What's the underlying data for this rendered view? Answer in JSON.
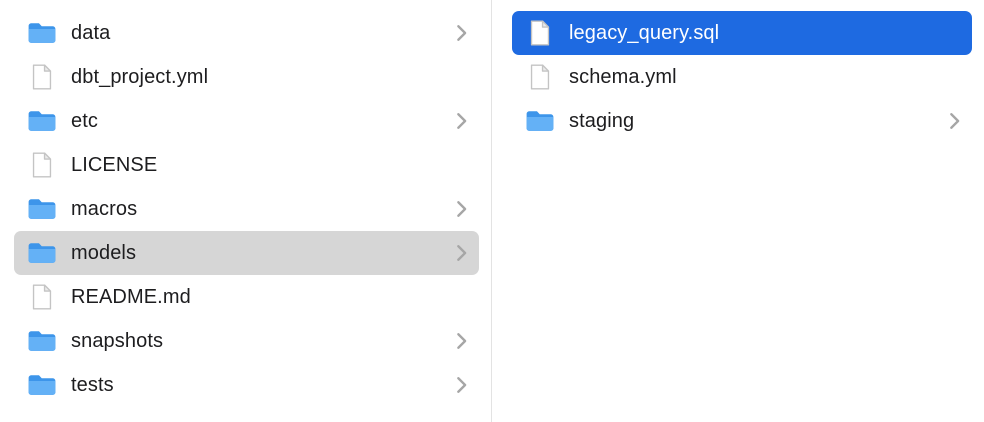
{
  "window": {
    "kind": "finder-column-view"
  },
  "colors": {
    "background": "#ffffff",
    "selection_blue": "#1e6ae1",
    "selection_gray": "#d6d6d6",
    "folder_blue_front": "#64b1f6",
    "folder_blue_back": "#3d95ea",
    "document_fill": "#ffffff",
    "document_fold": "#ececec",
    "document_stroke": "#c4c4c4",
    "text": "#1d1d1f",
    "selected_text": "#ffffff",
    "divider": "#e3e3e3",
    "chevron": "#a6a6a6"
  },
  "left_column": {
    "items": [
      {
        "label": "data",
        "type": "folder",
        "chevron": true,
        "selected": false
      },
      {
        "label": "dbt_project.yml",
        "type": "file",
        "chevron": false,
        "selected": false
      },
      {
        "label": "etc",
        "type": "folder",
        "chevron": true,
        "selected": false
      },
      {
        "label": "LICENSE",
        "type": "file",
        "chevron": false,
        "selected": false
      },
      {
        "label": "macros",
        "type": "folder",
        "chevron": true,
        "selected": false
      },
      {
        "label": "models",
        "type": "folder",
        "chevron": true,
        "selected": true,
        "selection_style": "gray"
      },
      {
        "label": "README.md",
        "type": "file",
        "chevron": false,
        "selected": false
      },
      {
        "label": "snapshots",
        "type": "folder",
        "chevron": true,
        "selected": false
      },
      {
        "label": "tests",
        "type": "folder",
        "chevron": true,
        "selected": false
      }
    ]
  },
  "right_column": {
    "items": [
      {
        "label": "legacy_query.sql",
        "type": "file",
        "chevron": false,
        "selected": true,
        "selection_style": "blue"
      },
      {
        "label": "schema.yml",
        "type": "file",
        "chevron": false,
        "selected": false
      },
      {
        "label": "staging",
        "type": "folder",
        "chevron": true,
        "selected": false
      }
    ]
  }
}
